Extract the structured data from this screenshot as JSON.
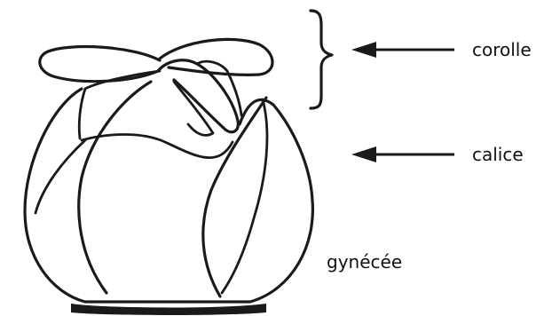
{
  "labels": {
    "corolle": "corolle",
    "calice": "calice",
    "gynecee": "gynécée"
  },
  "icons": {
    "bracket": "curly-bracket-icon",
    "arrow_corolle": "arrow-left-icon",
    "arrow_calice": "arrow-left-icon"
  },
  "colors": {
    "ink": "#1a1a1a",
    "background": "#ffffff"
  }
}
